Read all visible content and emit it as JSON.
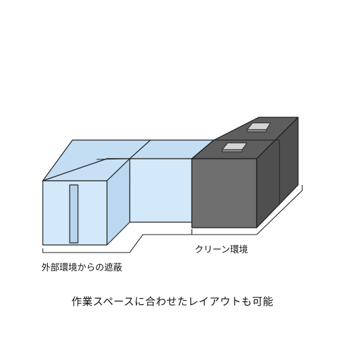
{
  "labels": {
    "shield_label": "外部環境からの遮蔽",
    "clean_label": "クリーン環境",
    "caption": "作業スペースに合わせたレイアウトも可能"
  },
  "colors": {
    "light_blue_front": "#cfe6f8",
    "light_blue_top": "#c3ddf3",
    "dark_gray_front": "#6f6f6f",
    "dark_gray_top": "#5e5e5e",
    "dark_gray_side": "#4a4a4a",
    "outline": "#222222",
    "vent": "#d4d4d4"
  }
}
